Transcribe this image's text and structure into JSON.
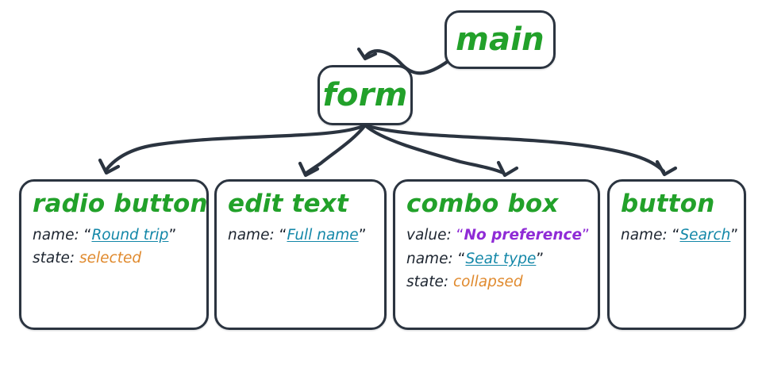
{
  "diagram": {
    "type": "accessibility-tree",
    "root_nodes": [
      {
        "id": "main",
        "label": "main"
      },
      {
        "id": "form",
        "label": "form"
      }
    ],
    "leaf_nodes": [
      {
        "id": "radio-button",
        "label": "radio button",
        "attributes": [
          {
            "key": "name:",
            "value": "Round trip",
            "kind": "link",
            "quoted": true
          },
          {
            "key": "state:",
            "value": "selected",
            "kind": "state",
            "quoted": false
          }
        ]
      },
      {
        "id": "edit-text",
        "label": "edit text",
        "attributes": [
          {
            "key": "name:",
            "value": "Full name",
            "kind": "link",
            "quoted": true
          }
        ]
      },
      {
        "id": "combo-box",
        "label": "combo box",
        "attributes": [
          {
            "key": "value:",
            "value": "No preference",
            "kind": "value",
            "quoted": true
          },
          {
            "key": "name:",
            "value": "Seat type",
            "kind": "link",
            "quoted": true
          },
          {
            "key": "state:",
            "value": "collapsed",
            "kind": "state",
            "quoted": false
          }
        ]
      },
      {
        "id": "button",
        "label": "button",
        "attributes": [
          {
            "key": "name:",
            "value": "Search",
            "kind": "link",
            "quoted": true
          }
        ]
      }
    ],
    "edges": [
      {
        "from": "main",
        "to": "form"
      },
      {
        "from": "form",
        "to": "radio-button"
      },
      {
        "from": "form",
        "to": "edit-text"
      },
      {
        "from": "form",
        "to": "combo-box"
      },
      {
        "from": "form",
        "to": "button"
      }
    ],
    "colors": {
      "role": "#22a12a",
      "link": "#1387a8",
      "value": "#8f2bd6",
      "state": "#e08a2e",
      "stroke": "#2b3440",
      "text": "#1d2530",
      "background": "#ffffff"
    },
    "quote_open": "“",
    "quote_close": "”"
  }
}
